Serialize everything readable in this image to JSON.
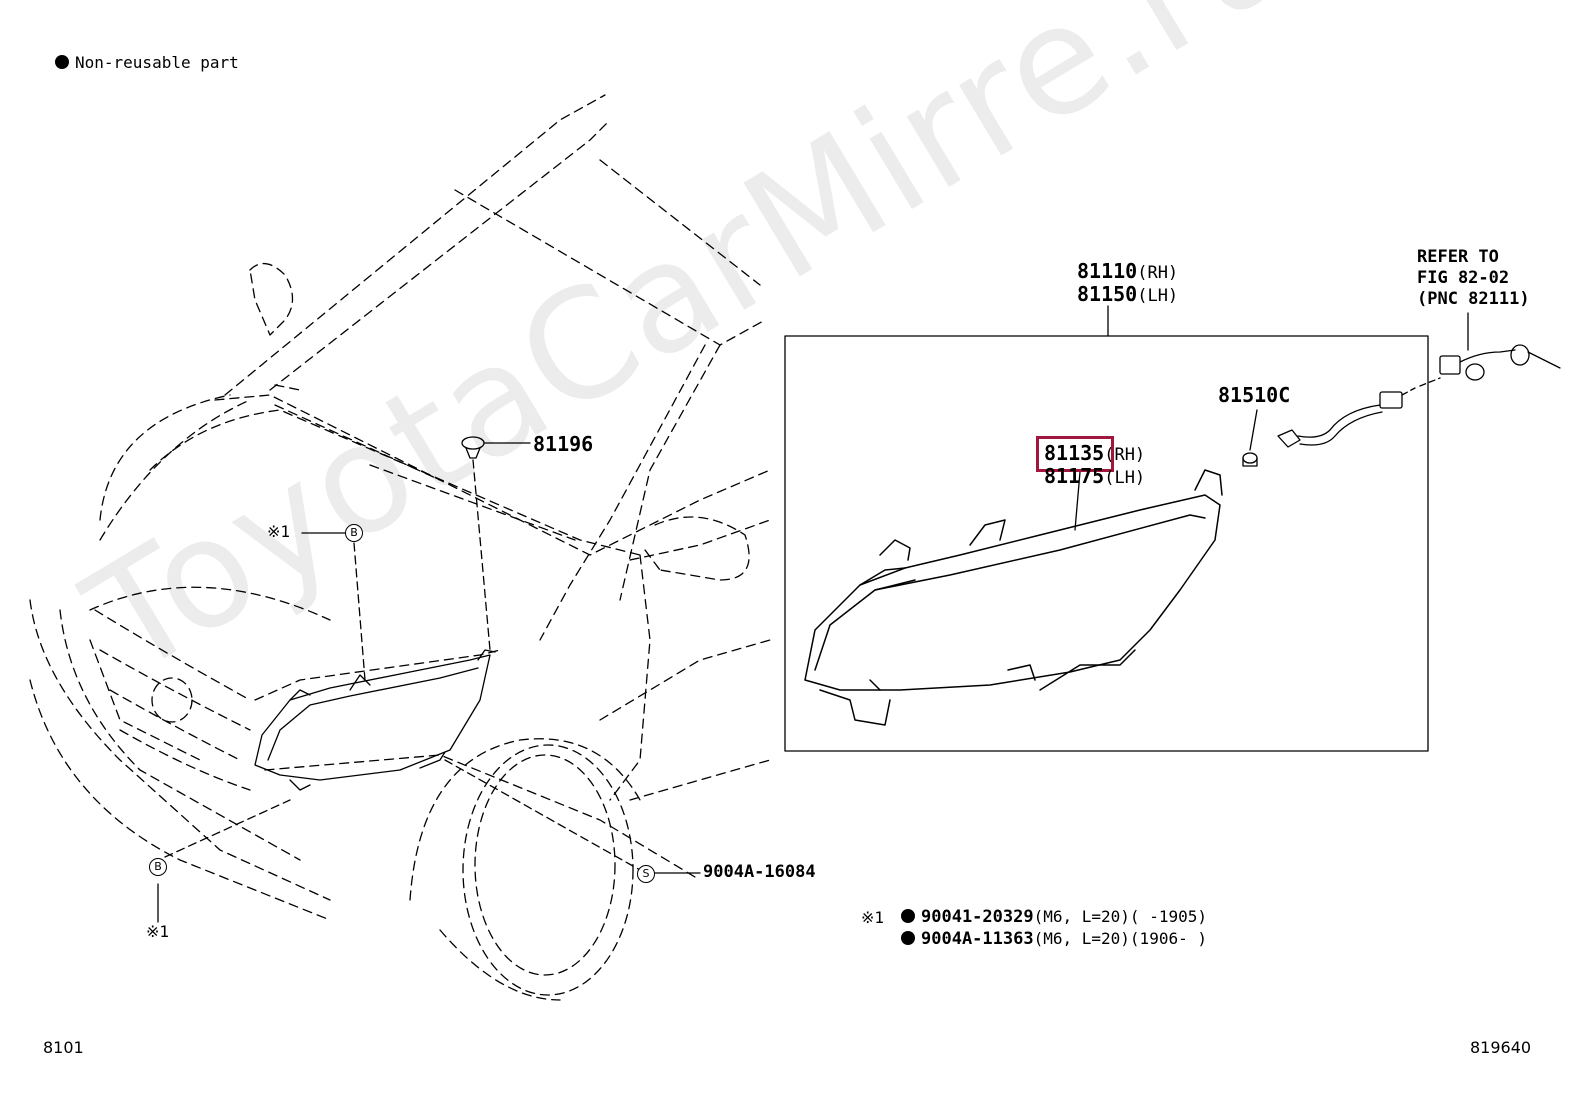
{
  "legend": {
    "symbol": "filled-circle",
    "text": "Non-reusable part"
  },
  "watermark": "ToyotaCarMirre.ru",
  "parts": {
    "p81196": "81196",
    "p81110": "81110",
    "p81110_side": "(RH)",
    "p81150": "81150",
    "p81150_side": "(LH)",
    "p81135": "81135",
    "p81135_side": "(RH)",
    "p81175": "81175",
    "p81175_side": "(LH)",
    "p81510C": "81510C",
    "p9004A": "9004A-16084"
  },
  "refer": {
    "line1": "REFER TO",
    "line2": "FIG 82-02",
    "line3": "(PNC 82111)"
  },
  "callouts": {
    "b_top_mark": "※1",
    "b_letter": "B",
    "s_letter": "S",
    "b_bottom_mark": "※1"
  },
  "bolt_note": {
    "mark": "※1",
    "row1_pn": "90041-20329",
    "row1_spec": "(M6, L=20)(      -1905)",
    "row2_pn": "9004A-11363",
    "row2_spec": "(M6, L=20)(1906-      )"
  },
  "footer": {
    "left": "8101",
    "right": "819640"
  },
  "colors": {
    "highlight": "#a2153c",
    "watermark": "#ececec",
    "line": "#000000"
  }
}
